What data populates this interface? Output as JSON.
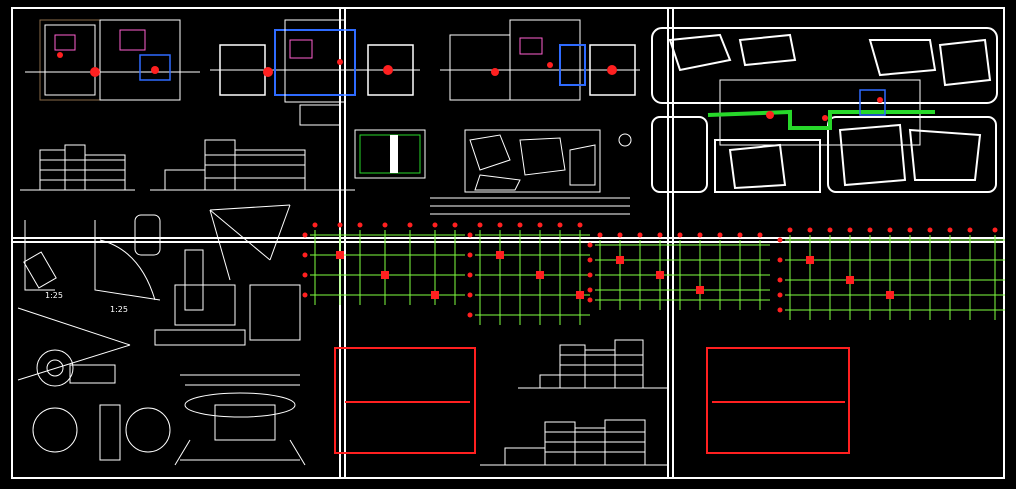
{
  "drawing": {
    "scale_label_1": "1:25",
    "scale_label_2": "1:25",
    "title_block_left_text": "",
    "title_block_right_text": ""
  },
  "colors": {
    "background": "#000000",
    "linework": "#ffffff",
    "grid": "#7fff3f",
    "markers": "#ff2020",
    "accent_blue": "#2f6bff",
    "accent_pink": "#ff5fd0",
    "accent_yellow": "#ffd400",
    "accent_green": "#27d82a"
  },
  "sheets": [
    {
      "id": "top-left"
    },
    {
      "id": "top-mid"
    },
    {
      "id": "top-right"
    },
    {
      "id": "bottom-left"
    },
    {
      "id": "bottom-mid"
    },
    {
      "id": "bottom-right"
    }
  ]
}
